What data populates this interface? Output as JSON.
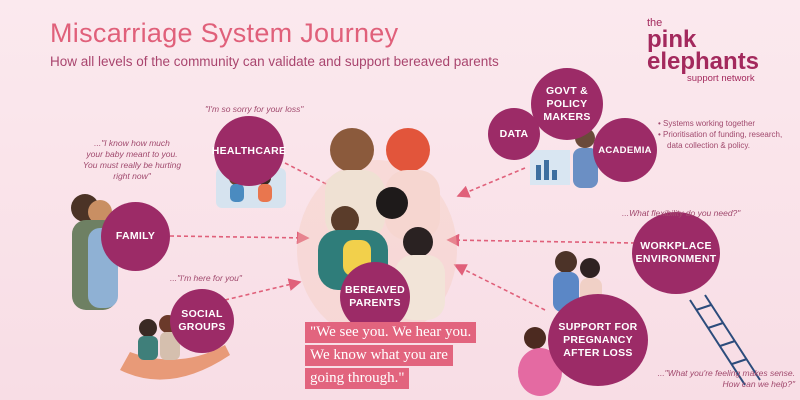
{
  "title": "Miscarriage System Journey",
  "subtitle": "How all levels of the community can validate and support bereaved parents",
  "logo": {
    "the": "the",
    "line1": "pink",
    "line2": "elephants",
    "line3": "support network"
  },
  "nodes": {
    "healthcare": "HEALTHCARE",
    "family": "FAMILY",
    "social_groups": [
      "SOCIAL",
      "GROUPS"
    ],
    "bereaved_parents": [
      "BEREAVED",
      "PARENTS"
    ],
    "govt": [
      "GOVT &",
      "POLICY",
      "MAKERS"
    ],
    "data": "DATA",
    "academia": "ACADEMIA",
    "workplace": [
      "WORKPLACE",
      "ENVIRONMENT"
    ],
    "support_pregnancy": [
      "SUPPORT FOR",
      "PREGNANCY",
      "AFTER LOSS"
    ]
  },
  "quotes": {
    "healthcare": "\"I'm so sorry for your loss\"",
    "family": [
      "...\"I know how much",
      "your baby meant to you.",
      "You must really be hurting",
      "right now\""
    ],
    "social": "...\"I'm here for you\"",
    "workplace": "...What flexibility do you need?\"",
    "support": [
      "...\"What you're feeling makes sense.",
      "How can we help?\""
    ]
  },
  "system_notes": [
    "Systems working together",
    "Prioritisation of funding, research,",
    "data collection & policy."
  ],
  "banner": [
    "\"We see you. We hear you.",
    "We know what you are",
    "going through.\""
  ],
  "colors": {
    "node": "#9c2b67",
    "title": "#e0607a",
    "banner": "#e2647e",
    "arrow": "#e0607a"
  }
}
